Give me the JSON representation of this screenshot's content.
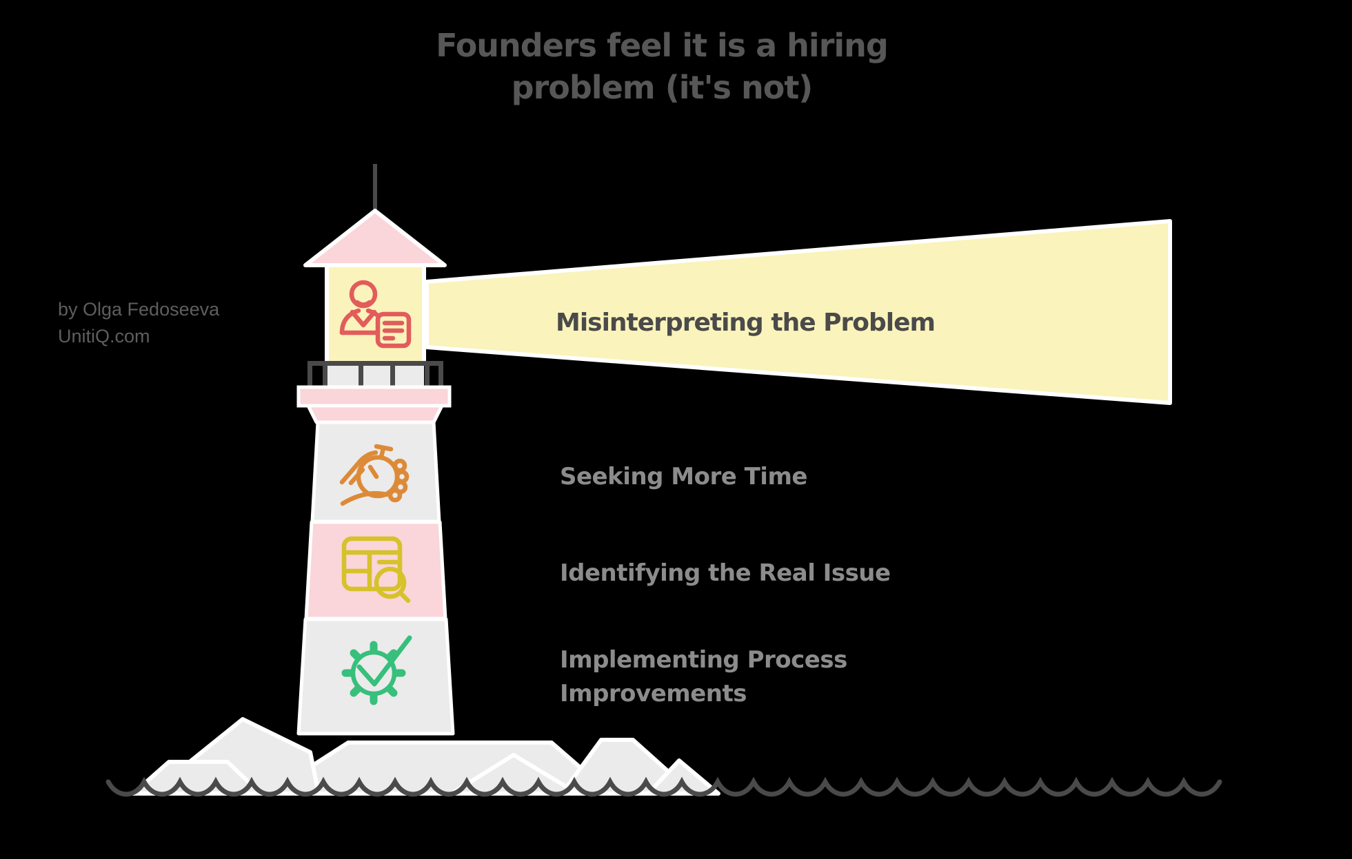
{
  "title": {
    "text": "Founders feel it is a hiring\nproblem (it's not)"
  },
  "attribution": {
    "text": "by Olga Fedoseeva\nUnitiQ.com"
  },
  "beam": {
    "label": "Misinterpreting the Problem"
  },
  "lamp": {
    "icon": "person-report-icon"
  },
  "stages": [
    {
      "label": "Seeking More Time",
      "icon": "stopwatch-in-hand-icon",
      "color": "#DD8A38",
      "band": "gray"
    },
    {
      "label": "Identifying the Real Issue",
      "icon": "table-search-icon",
      "color": "#D6C229",
      "band": "pink"
    },
    {
      "label": "Implementing Process\nImprovements",
      "icon": "gear-check-icon",
      "color": "#37BF7C",
      "band": "gray"
    }
  ],
  "colors": {
    "background": "#000000",
    "pink": "#FAD5D9",
    "pale_yellow": "#FAF3BB",
    "light_gray": "#EBEBEB",
    "outline_white": "#FFFFFF",
    "dark_gray": "#4A4A4A",
    "icon_red": "#E25C5C",
    "title_gray": "#575757",
    "label_gray": "#8C8C8C"
  }
}
